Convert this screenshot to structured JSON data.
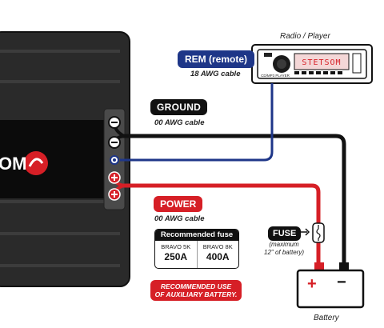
{
  "radio": {
    "title": "Radio / Player",
    "display_text": "STETSOM",
    "sub_label": "CD/MP3 PLAYER"
  },
  "amplifier": {
    "logo_text": "OM"
  },
  "rem": {
    "label": "REM (remote)",
    "cable": "18 AWG cable",
    "color": "#1e3688"
  },
  "ground": {
    "label": "GROUND",
    "cable": "00 AWG cable",
    "color": "#111111"
  },
  "power": {
    "label": "POWER",
    "cable": "00 AWG cable",
    "color": "#d61f26"
  },
  "recommended_fuse": {
    "title": "Recommended fuse",
    "models": [
      {
        "name": "BRAVO 5K",
        "amps": "250A"
      },
      {
        "name": "BRAVO 8K",
        "amps": "400A"
      }
    ]
  },
  "fuse": {
    "label": "FUSE",
    "note_line1": "(maximum",
    "note_line2": "12\" of battery)"
  },
  "auxiliary_note": {
    "line1": "RECOMMENDED USE",
    "line2": "OF AUXILIARY BATTERY."
  },
  "battery": {
    "label": "Battery",
    "positive": "+",
    "negative": "−"
  }
}
